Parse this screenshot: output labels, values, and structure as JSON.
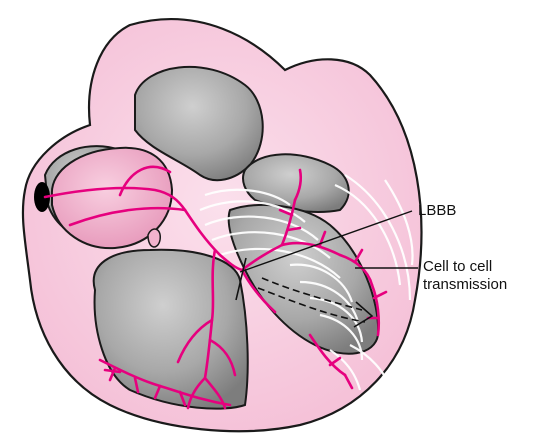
{
  "labels": {
    "lbbb": "LBBB",
    "cell_line1": "Cell to cell",
    "cell_line2": "transmission"
  },
  "colors": {
    "heart_pink": "#f7c8dd",
    "outline": "#1a1a1a",
    "chamber_gray": "#9a9a9a",
    "conduction_magenta": "#e6007e",
    "node_black": "#000000"
  }
}
